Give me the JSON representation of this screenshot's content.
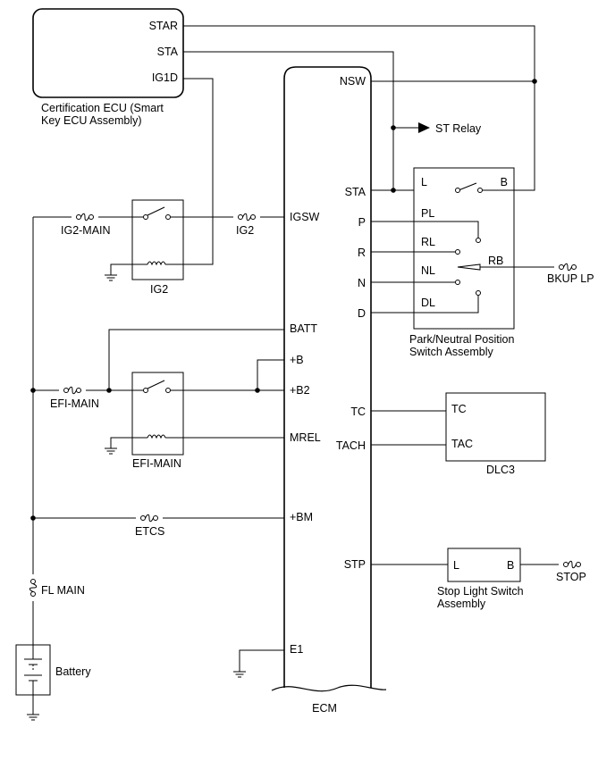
{
  "components": {
    "cert_ecu": [
      "Certification ECU (Smart",
      "Key ECU Assembly)"
    ],
    "ecm": "ECM",
    "pnp_switch": [
      "Park/Neutral Position",
      "Switch Assembly"
    ],
    "dlc3": "DLC3",
    "stop_switch": [
      "Stop Light Switch",
      "Assembly"
    ],
    "battery": "Battery",
    "ig2_relay": "IG2",
    "efi_relay": "EFI-MAIN"
  },
  "pins": {
    "cert_ecu": [
      "STAR",
      "STA",
      "IG1D"
    ],
    "ecm_left": [
      "IGSW",
      "BATT",
      "+B",
      "+B2",
      "MREL",
      "+BM",
      "E1"
    ],
    "ecm_right": [
      "NSW",
      "STA",
      "P",
      "R",
      "N",
      "D",
      "TC",
      "TACH",
      "STP"
    ],
    "pnp": [
      "L",
      "B",
      "PL",
      "RL",
      "NL",
      "RB",
      "DL"
    ],
    "dlc3": [
      "TC",
      "TAC"
    ],
    "stop_switch": [
      "L",
      "B"
    ]
  },
  "fuses": {
    "ig2_main": "IG2-MAIN",
    "ig2": "IG2",
    "efi_main": "EFI-MAIN",
    "etcs": "ETCS",
    "fl_main": "FL MAIN",
    "bkup_lp": "BKUP LP",
    "stop": "STOP"
  },
  "connections": {
    "st_relay": "ST Relay"
  }
}
